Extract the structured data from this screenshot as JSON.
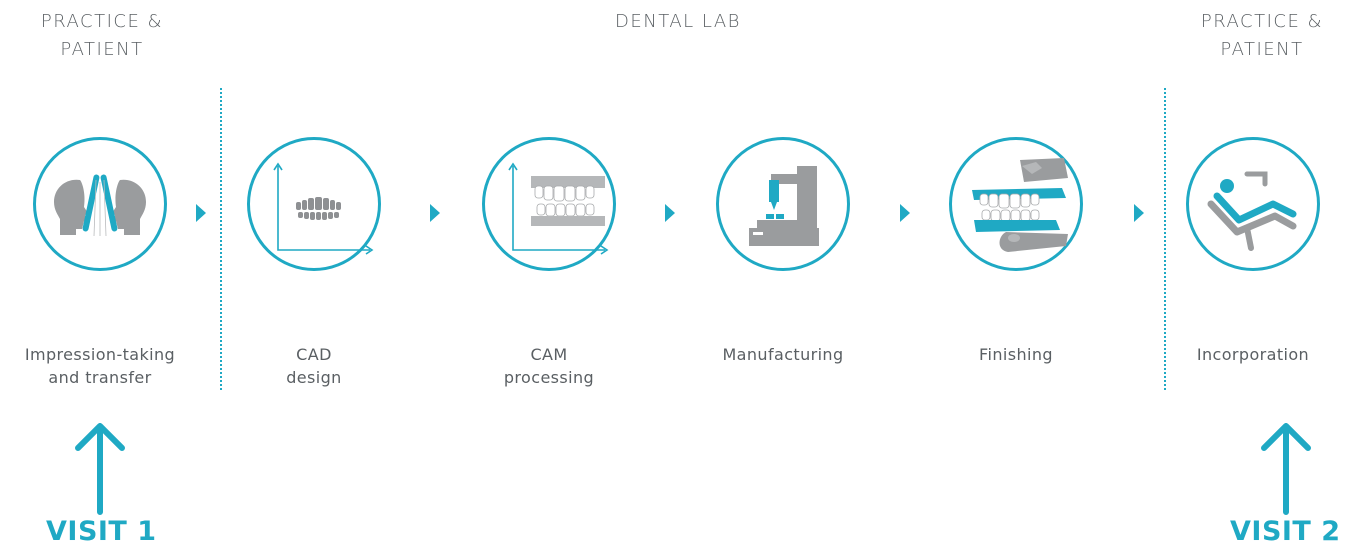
{
  "sections": {
    "left": {
      "line1": "PRACTICE &",
      "line2": "PATIENT"
    },
    "middle": {
      "line1": "DENTAL LAB"
    },
    "right": {
      "line1": "PRACTICE &",
      "line2": "PATIENT"
    }
  },
  "steps": [
    {
      "line1": "Impression-taking",
      "line2": "and transfer",
      "icon": "head-profiles-icon"
    },
    {
      "line1": "CAD",
      "line2": "design",
      "icon": "cad-teeth-chart-icon"
    },
    {
      "line1": "CAM",
      "line2": "processing",
      "icon": "cam-teeth-chart-icon"
    },
    {
      "line1": "Manufacturing",
      "line2": "",
      "icon": "milling-machine-icon"
    },
    {
      "line1": "Finishing",
      "line2": "",
      "icon": "hands-denture-icon"
    },
    {
      "line1": "Incorporation",
      "line2": "",
      "icon": "dental-chair-icon"
    }
  ],
  "visits": [
    {
      "label": "VISIT 1"
    },
    {
      "label": "VISIT 2"
    }
  ],
  "colors": {
    "accent": "#1fa9c4",
    "text": "#5a5f63",
    "icon_gray": "#9a9c9e"
  }
}
